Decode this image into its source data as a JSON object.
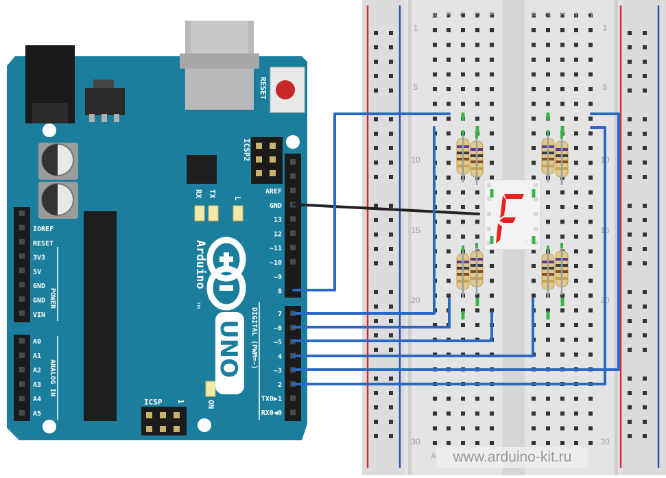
{
  "board": {
    "label_reset": "RESET",
    "label_icsp2": "ICSP2",
    "label_icsp": "ICSP",
    "label_icsp_pin1": "1",
    "label_tx": "TX",
    "label_rx": "RX",
    "label_l": "L",
    "label_on": "ON",
    "brand": "Arduino",
    "trademark": "TM",
    "model": "UNO",
    "label_digital": "DIGITAL (PWM=~)",
    "label_power": "POWER",
    "label_analog": "ANALOG IN",
    "power_pins": [
      "IOREF",
      "RESET",
      "3V3",
      "5V",
      "GND",
      "GND",
      "VIN"
    ],
    "analog_pins": [
      "A0",
      "A1",
      "A2",
      "A3",
      "A4",
      "A5"
    ],
    "digital_pins_top": [
      "AREF",
      "GND",
      "13",
      "12",
      "~11",
      "~10",
      "~9",
      "8"
    ],
    "digital_pins_bottom": [
      "7",
      "~6",
      "~5",
      "4",
      "~3",
      "2",
      "TX0▶1",
      "RX0◀0"
    ]
  },
  "breadboard": {
    "cols_left": [
      "A",
      "B",
      "C",
      "D",
      "E"
    ],
    "cols_right": [
      "F",
      "G",
      "H",
      "I",
      "J"
    ],
    "row_labels": [
      "1",
      "5",
      "10",
      "15",
      "20",
      "30"
    ],
    "bottom_col_label": "A"
  },
  "display": {
    "segment_char": "F",
    "segment_color": "#e8231f"
  },
  "colors": {
    "board": "#1b7e9c",
    "wire_blue": "#2a68c4",
    "wire_black": "#222222",
    "breadboard": "#e6e6e6",
    "rail_red": "#d82a2a",
    "rail_blue": "#2c4fae"
  },
  "watermark": "www.arduino-kit.ru"
}
